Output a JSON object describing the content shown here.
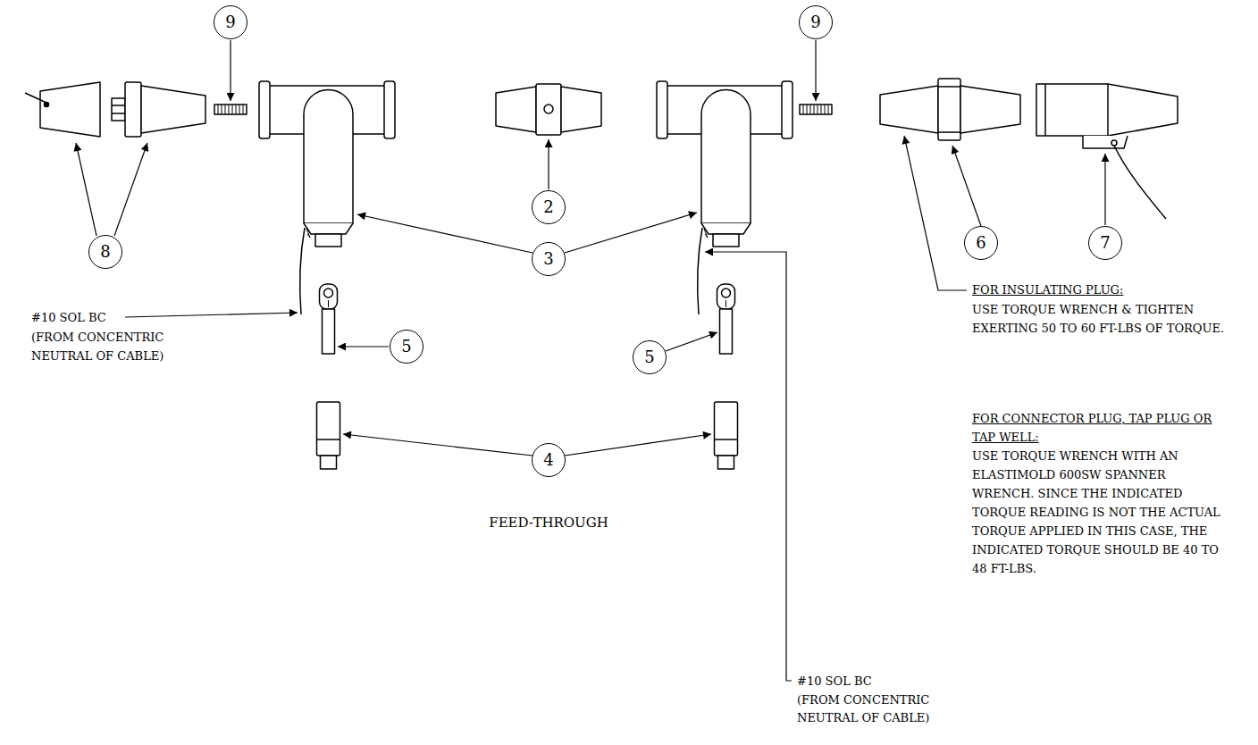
{
  "diagram": {
    "nodes": [
      {
        "text": [
          "9"
        ]
      },
      {
        "text": [
          "9"
        ]
      },
      {
        "text": [
          "2"
        ]
      },
      {
        "text": [
          "8"
        ]
      },
      {
        "text": [
          "3"
        ]
      },
      {
        "text": [
          "6"
        ]
      },
      {
        "text": [
          "7"
        ]
      },
      {
        "text": [
          "5"
        ]
      },
      {
        "text": [
          "5"
        ]
      },
      {
        "text": [
          "4"
        ]
      }
    ],
    "labels": [
      "#10 SOL BC",
      "(FROM CONCENTRIC NEUTRAL OF CABLE)",
      "FEED-THROUGH",
      "#10 SOL BC",
      "(FROM CONCENTRIC NEUTRAL OF CABLE)",
      "FOR INSULATING PLUG:",
      "USE TORQUE WRENCH & TIGHTEN EXERTING 50 TO 60 FT-LBS OF TORQUE.",
      "FOR CONNECTOR PLUG, TAP PLUG OR TAP WELL:",
      "USE TORQUE WRENCH WITH AN ELASTIMOLD 600SW SPANNER WRENCH. SINCE THE INDICATED TORQUE READING IS NOT THE ACTUAL TORQUE APPLIED IN THIS CASE, THE INDICATED TORQUE SHOULD BE 40 TO 48 FT-LBS."
    ]
  }
}
